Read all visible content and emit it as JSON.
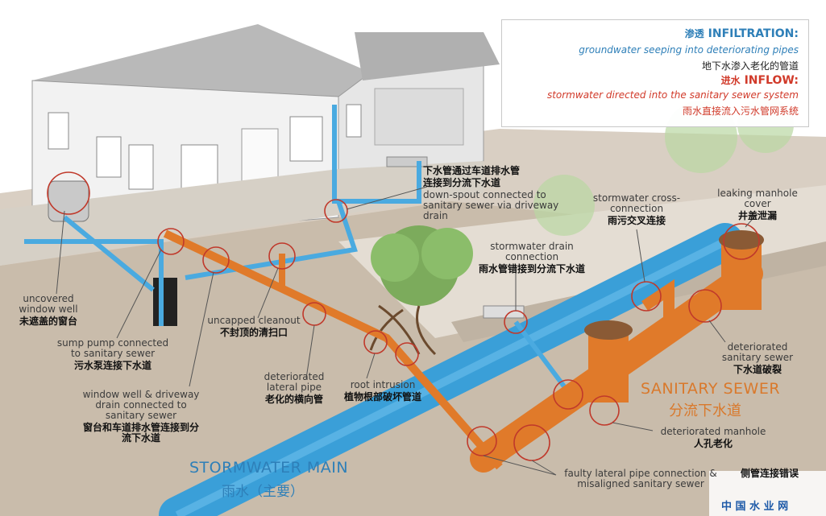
{
  "legend": {
    "infiltration_cn": "渗透",
    "infiltration_en": "INFILTRATION:",
    "infiltration_desc": "groundwater seeping into deteriorating pipes",
    "infiltration_desc_cn": "地下水渗入老化的管道",
    "inflow_cn": "进水",
    "inflow_en": "INFLOW:",
    "inflow_desc": "stormwater directed into the sanitary sewer system",
    "inflow_desc_cn": "雨水直接流入污水管网系统"
  },
  "labels": {
    "window_well": {
      "en": "uncovered window well",
      "cn": "未遮盖的窗台"
    },
    "sump_pump": {
      "en": "sump pump connected to sanitary sewer",
      "cn": "污水泵连接下水道"
    },
    "window_driveway": {
      "en": "window well & driveway drain connected to sanitary sewer",
      "cn": "窗台和车道排水管连接到分流下水道"
    },
    "cleanout": {
      "en": "uncapped cleanout",
      "cn": "不封顶的清扫口"
    },
    "lateral": {
      "en": "deteriorated lateral pipe",
      "cn": "老化的横向管"
    },
    "root": {
      "en": "root intrusion",
      "cn": "植物根部破坏管道"
    },
    "downspout": {
      "cn1": "下水管通过车道排水管",
      "cn2": "连接到分流下水道",
      "en": "down-spout connected to sanitary sewer via driveway drain"
    },
    "storm_drain": {
      "en": "stormwater drain connection",
      "cn": "雨水管错接到分流下水道"
    },
    "cross_conn": {
      "en": "stormwater cross-connection",
      "cn": "雨污交叉连接"
    },
    "manhole_cover": {
      "en": "leaking manhole cover",
      "cn": "井盖泄漏"
    },
    "det_sewer": {
      "en": "deteriorated sanitary sewer",
      "cn": "下水道破裂"
    },
    "det_manhole": {
      "en": "deteriorated manhole",
      "cn": "人孔老化"
    },
    "faulty": {
      "en": "faulty lateral pipe connection & misaligned sanitary sewer",
      "cn": "侧管连接错误"
    }
  },
  "titles": {
    "sanitary_en": "SANITARY SEWER",
    "sanitary_cn": "分流下水道",
    "storm_en": "STORMWATER MAIN",
    "storm_cn": "雨水（主要）"
  },
  "watermark": {
    "text": "中 国 水 业 网"
  },
  "colors": {
    "storm_blue": "#3a9fd8",
    "sewer_orange": "#e07a2a",
    "inflow_red": "#d13a2a",
    "infil_blue": "#2e7fb8",
    "ground": "#cfc3b4"
  }
}
